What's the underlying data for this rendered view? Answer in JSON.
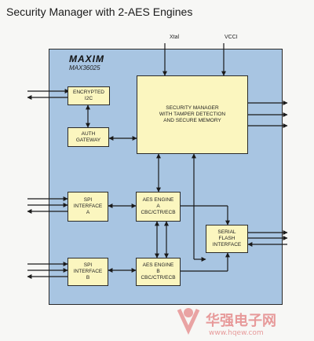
{
  "title": "Security Manager with 2-AES Engines",
  "chip": {
    "logo": "MAXIM",
    "part_number": "MAX36025"
  },
  "pins": {
    "xtal": "Xtal",
    "vcci": "VCCI"
  },
  "blocks": {
    "encrypted_i2c": "ENCRYPTED\nI2C",
    "auth_gateway": "AUTH\nGATEWAY",
    "security_manager": "SECURITY MANAGER\nWITH TAMPER DETECTION\nAND SECURE MEMORY",
    "spi_a": "SPI\nINTERFACE\nA",
    "aes_a": "AES ENGINE\nA\nCBC/CTR/ECB",
    "serial_flash": "SERIAL\nFLASH\nINTERFACE",
    "spi_b": "SPI\nINTERFACE\nB",
    "aes_b": "AES ENGINE\nB\nCBC/CTR/ECB"
  },
  "watermark": {
    "text": "华强电子网",
    "url": "www.hqew.com"
  },
  "colors": {
    "chip_fill": "#a8c5e2",
    "block_fill": "#fbf6bf",
    "line": "#1a1a1a",
    "watermark": "#e79a9a"
  }
}
